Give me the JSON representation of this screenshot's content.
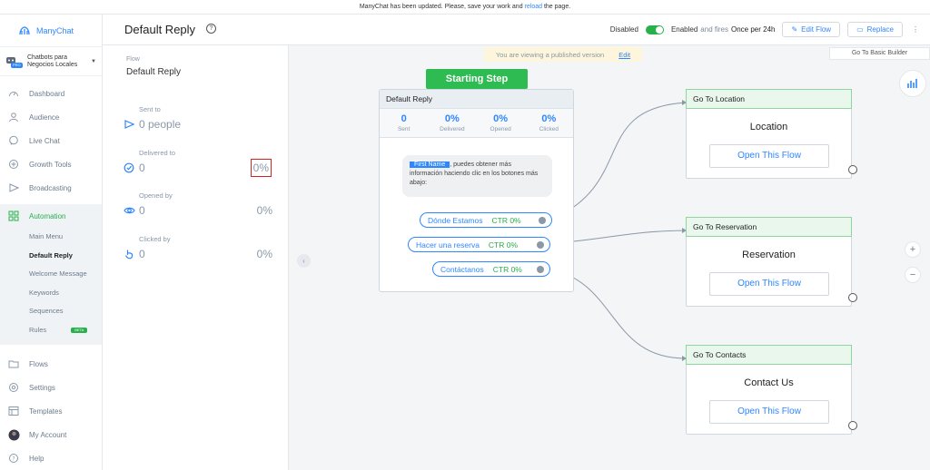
{
  "topbar": {
    "msg_before": "ManyChat has been updated. Please, save your work and",
    "link": "reload",
    "msg_after": "the page."
  },
  "sidebar": {
    "brand": "ManyChat",
    "bot_line1": "Chatbots para",
    "bot_line2": "Negocios Locales",
    "pro_badge": "PRO",
    "items_top": [
      {
        "label": "Dashboard",
        "icon": "gauge-icon"
      },
      {
        "label": "Audience",
        "icon": "person-icon"
      },
      {
        "label": "Live Chat",
        "icon": "chat-bubble-icon"
      },
      {
        "label": "Growth Tools",
        "icon": "growth-tools-icon"
      },
      {
        "label": "Broadcasting",
        "icon": "send-icon"
      }
    ],
    "automation": "Automation",
    "automation_sub": [
      "Main Menu",
      "Default Reply",
      "Welcome Message",
      "Keywords",
      "Sequences",
      "Rules"
    ],
    "beta": "BETA",
    "items_bottom": [
      {
        "label": "Flows",
        "icon": "folder-icon"
      },
      {
        "label": "Settings",
        "icon": "gear-icon"
      },
      {
        "label": "Templates",
        "icon": "templates-icon"
      },
      {
        "label": "My Account",
        "icon": "avatar"
      },
      {
        "label": "Help",
        "icon": "help-icon"
      }
    ]
  },
  "header": {
    "title": "Default Reply",
    "help": "?",
    "disabled": "Disabled",
    "enabled": "Enabled",
    "fires": "and fires",
    "frequency": "Once per 24h",
    "edit_flow": "Edit Flow",
    "replace": "Replace",
    "more": "⋮"
  },
  "left_panel": {
    "flow_label": "Flow",
    "flow_name": "Default Reply",
    "stats": [
      {
        "label": "Sent to",
        "value": "0 people",
        "pct": ""
      },
      {
        "label": "Delivered to",
        "value": "0",
        "pct": "0%"
      },
      {
        "label": "Opened by",
        "value": "0",
        "pct": "0%"
      },
      {
        "label": "Clicked by",
        "value": "0",
        "pct": "0%"
      }
    ]
  },
  "canvas": {
    "banner": "You are viewing a published version",
    "banner_link": "Edit",
    "basic_builder": "Go To Basic Builder",
    "zoom_in": "+",
    "zoom_out": "−",
    "start_tag": "Starting Step",
    "card": {
      "title": "Default Reply",
      "stats": [
        {
          "n": "0",
          "l": "Sent"
        },
        {
          "n": "0%",
          "l": "Delivered"
        },
        {
          "n": "0%",
          "l": "Opened"
        },
        {
          "n": "0%",
          "l": "Clicked"
        }
      ],
      "first_name": "First Name",
      "message": ", puedes obtener más información haciendo clic en los botones más abajo:",
      "buttons": [
        {
          "label": "Dónde Estamos",
          "ctr": "CTR 0%"
        },
        {
          "label": "Hacer una reserva",
          "ctr": "CTR 0%"
        },
        {
          "label": "Contáctanos",
          "ctr": "CTR 0%"
        }
      ]
    },
    "gotos": [
      {
        "header": "Go To Location",
        "title": "Location",
        "button": "Open This Flow"
      },
      {
        "header": "Go To Reservation",
        "title": "Reservation",
        "button": "Open This Flow"
      },
      {
        "header": "Go To Contacts",
        "title": "Contact Us",
        "button": "Open This Flow"
      }
    ]
  },
  "colors": {
    "accent": "#2e87ff",
    "green": "#27b04b",
    "start_green": "#2dbb52",
    "alert_red": "#d52222"
  }
}
